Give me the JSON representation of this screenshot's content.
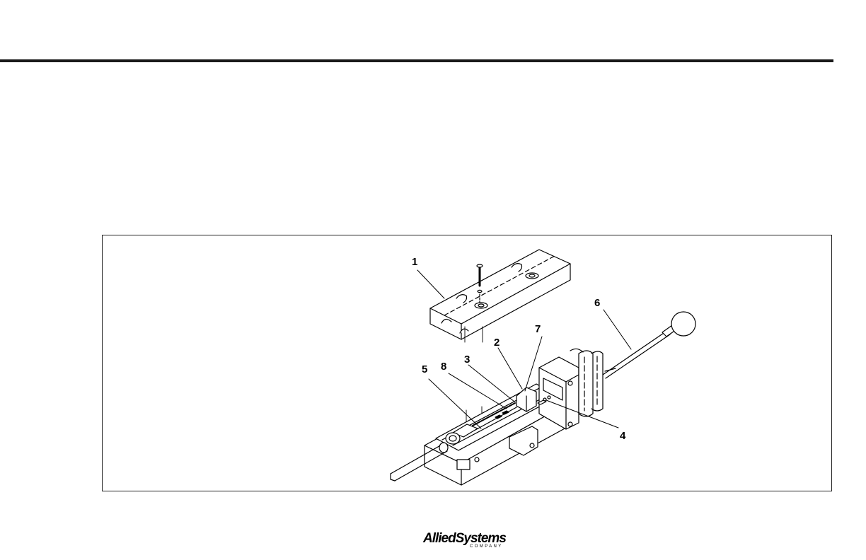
{
  "figure": {
    "callouts": [
      {
        "id": "1",
        "text": "1"
      },
      {
        "id": "2",
        "text": "2"
      },
      {
        "id": "3",
        "text": "3"
      },
      {
        "id": "4",
        "text": "4"
      },
      {
        "id": "5",
        "text": "5"
      },
      {
        "id": "6",
        "text": "6"
      },
      {
        "id": "7",
        "text": "7"
      },
      {
        "id": "8",
        "text": "8"
      }
    ]
  },
  "footer": {
    "logo_main": "AlliedSystems",
    "logo_sub": "COMPANY"
  },
  "colors": {
    "rule": "#1a1a1a",
    "line": "#000000",
    "background": "#ffffff"
  }
}
